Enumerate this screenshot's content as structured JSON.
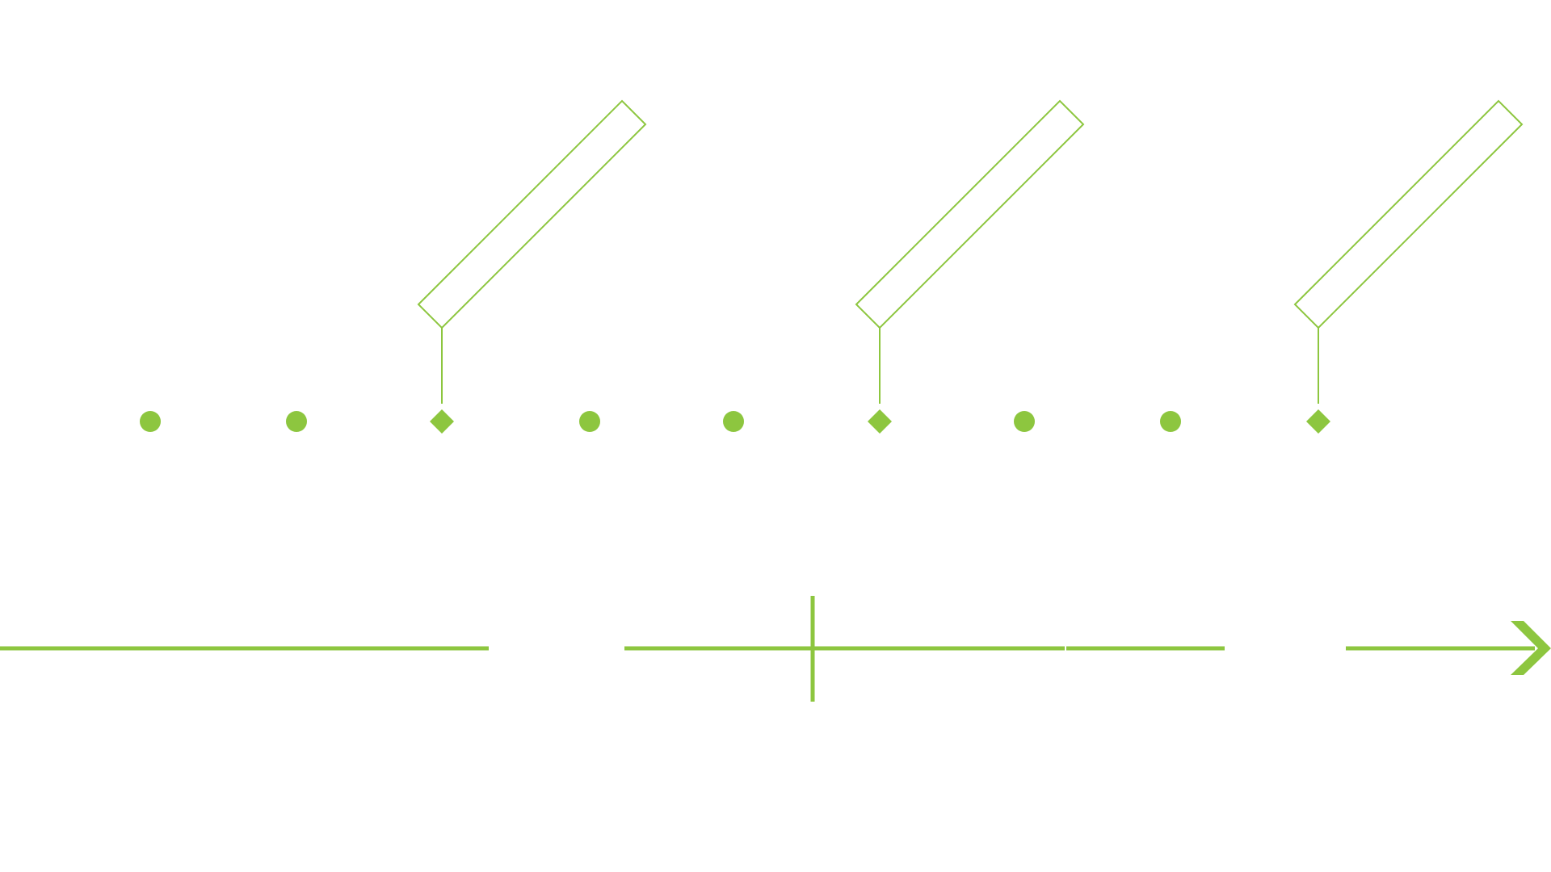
{
  "colors": {
    "accent": "#8dc63f",
    "background": "#ffffff"
  },
  "milestones": [
    {
      "label": ""
    },
    {
      "label": ""
    },
    {
      "label": ""
    }
  ],
  "markers": [
    {
      "kind": "dot"
    },
    {
      "kind": "dot"
    },
    {
      "kind": "milestone"
    },
    {
      "kind": "dot"
    },
    {
      "kind": "dot"
    },
    {
      "kind": "milestone"
    },
    {
      "kind": "dot"
    },
    {
      "kind": "dot"
    },
    {
      "kind": "milestone"
    }
  ],
  "icons": {
    "dot": "circle-dot-icon",
    "milestone": "diamond-icon",
    "flag": "label-flag-icon",
    "arrow": "arrow-right-icon"
  }
}
